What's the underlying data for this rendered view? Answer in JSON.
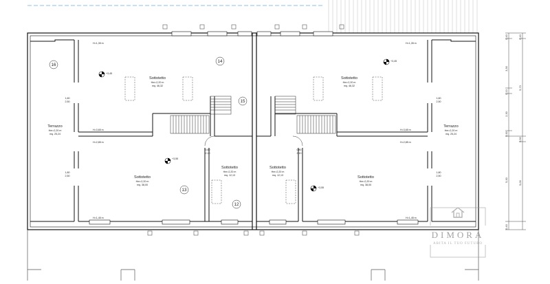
{
  "rooms": {
    "terrace_left": {
      "number": "16",
      "name": "Terrazzo",
      "hm": "Hm=2,20 m",
      "area": "mq. 25,24"
    },
    "attic_tl": {
      "number": "14",
      "name": "Sottotetto",
      "hm": "Hm=2,20 m",
      "area": "mq. 46,32",
      "level": "+3,45"
    },
    "stair_left": {
      "number": "15"
    },
    "attic_bl": {
      "number": "13",
      "name": "Sottotetto",
      "hm": "Hm=2,20 m",
      "area": "mq. 38,00",
      "level": "+3,55"
    },
    "attic_cl": {
      "number": "12",
      "name": "Sottotetto",
      "hm": "Hm=2,20 m",
      "area": "mq. 12,13"
    },
    "attic_tr": {
      "name": "Sottotetto",
      "hm": "Hm=2,20 m",
      "area": "mq. 46,32",
      "level": "+3,45"
    },
    "attic_cr": {
      "name": "Sottotetto",
      "hm": "Hm=2,20 m",
      "area": "mq. 12,13"
    },
    "attic_br": {
      "name": "Sottotetto",
      "hm": "Hm=2,20 m",
      "area": "mq. 38,00",
      "level": "+3,55"
    },
    "terrace_right": {
      "name": "Terrazzo",
      "hm": "Hm=2,20 m",
      "area": "mq. 25,24"
    }
  },
  "heights": {
    "h_top_l": "H=1,35 m",
    "h_mid1_l": "H=3,65 m",
    "h_mid2_l": "H=2,85 m",
    "h_bot_l": "H=1,45 m",
    "h_top_r": "H=1,35 m",
    "h_mid1_r": "H=3,65 m",
    "h_mid2_r": "H=2,85 m",
    "h_bot_r": "H=1,45 m"
  },
  "window_marks": {
    "w1a": "1,60",
    "w1b": "2,50",
    "w2a": "1,80",
    "w2b": "2,50",
    "door_a": "0,80",
    "door_b": "2,10"
  },
  "dimensions": {
    "d1": "0,40",
    "d2": "3,30",
    "d3": "0,10",
    "d4": "2,30",
    "d5": "0,30",
    "d6": "5,30",
    "d7": "0,40",
    "d8": "0,40",
    "d9": "5,70",
    "d10": "0,50",
    "d11": "5,00"
  },
  "watermark": {
    "brand": "DIMORA",
    "tagline": "ABITA IL TUO FUTURO"
  }
}
